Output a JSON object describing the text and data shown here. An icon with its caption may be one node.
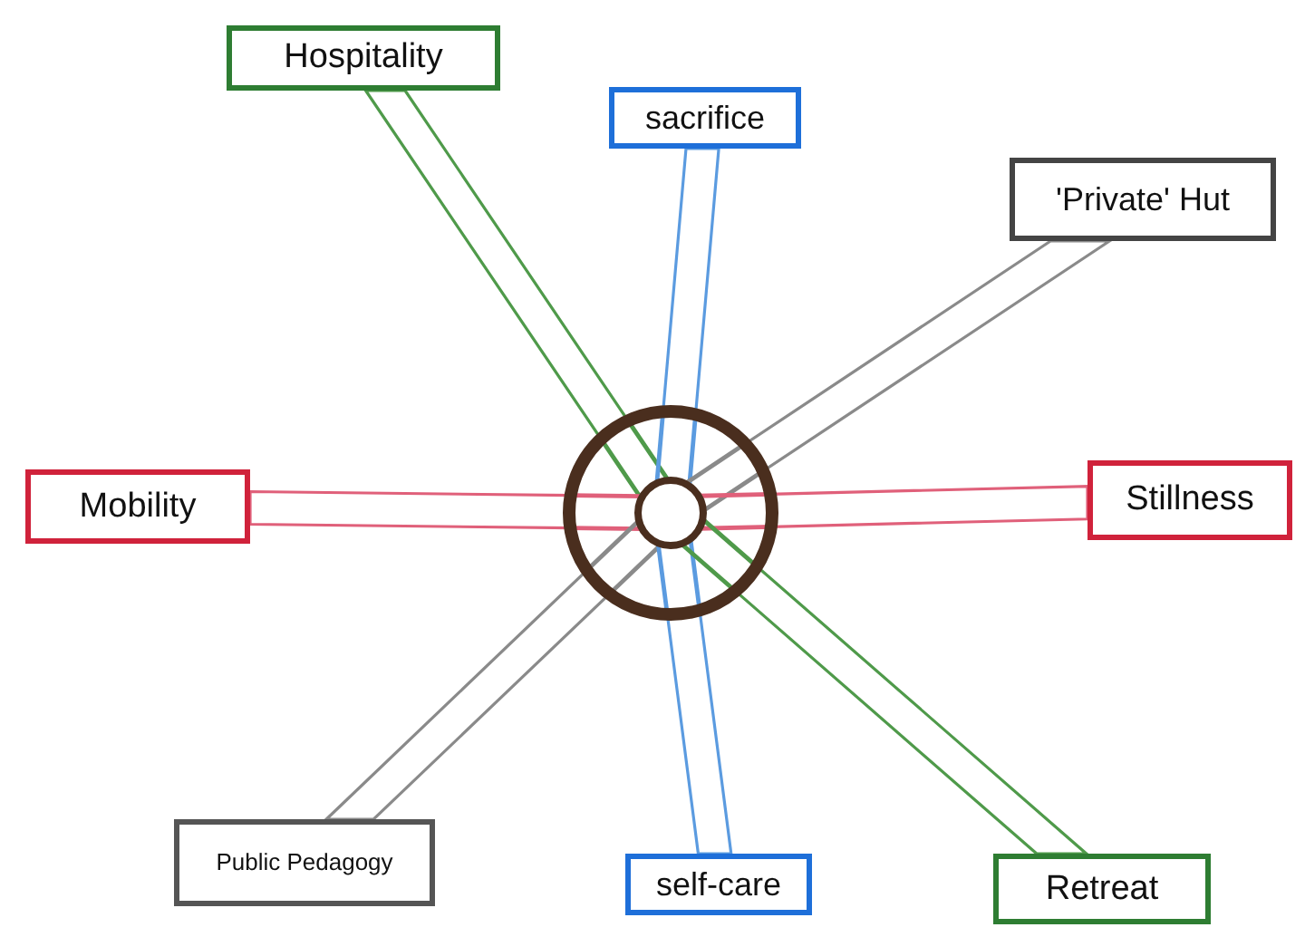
{
  "diagram": {
    "nodes": [
      {
        "text": [
          "Hospitality"
        ]
      },
      {
        "text": [
          "sacrifice"
        ]
      },
      {
        "text": [
          "'Private' Hut"
        ]
      },
      {
        "text": [
          "Mobility"
        ]
      },
      {
        "text": [],
        "shape": "circle"
      },
      {
        "text": [
          "Stillness"
        ]
      },
      {
        "text": [
          "Public Pedagogy"
        ]
      },
      {
        "text": [
          "self-care"
        ]
      },
      {
        "text": [
          "Retreat"
        ]
      }
    ],
    "edges": [
      {
        "from": 0,
        "to": 4,
        "arrow": "none",
        "color": "#4f9a4a"
      },
      {
        "from": 1,
        "to": 4,
        "arrow": "none",
        "color": "#5b9be0"
      },
      {
        "from": 2,
        "to": 4,
        "arrow": "none",
        "color": "#8a8a8a"
      },
      {
        "from": 3,
        "to": 4,
        "arrow": "none",
        "color": "#e0607a"
      },
      {
        "from": 5,
        "to": 4,
        "arrow": "none",
        "color": "#e0607a"
      },
      {
        "from": 6,
        "to": 4,
        "arrow": "none",
        "color": "#8a8a8a"
      },
      {
        "from": 7,
        "to": 4,
        "arrow": "none",
        "color": "#5b9be0"
      },
      {
        "from": 8,
        "to": 4,
        "arrow": "none",
        "color": "#4f9a4a"
      }
    ]
  }
}
